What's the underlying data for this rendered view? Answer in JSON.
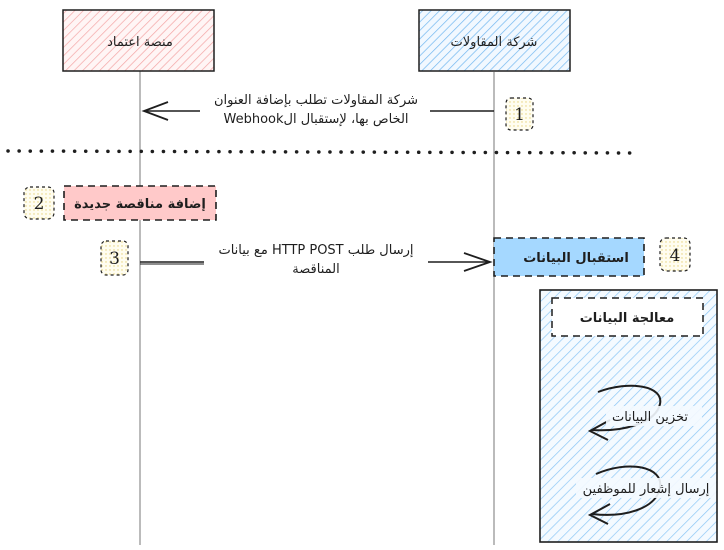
{
  "participants": {
    "left": "منصة اعتماد",
    "right": "شركة المقاولات"
  },
  "messages": {
    "m1": {
      "line1": "شركة المقاولات تطلب بإضافة العنوان",
      "line2": "الخاص بها، لإستقبال الWebhook"
    },
    "m3": {
      "line1": "إرسال طلب HTTP POST مع بيانات",
      "line2": "المناقصة"
    }
  },
  "notes": {
    "add_tender": "إضافة مناقصة جديدة",
    "receive_data": "استقبال البيانات",
    "process_data": "معالجة البيانات",
    "store_data": "تخزين البيانات",
    "notify_staff": "إرسال إشعار للموظفين"
  },
  "steps": [
    "1",
    "2",
    "3",
    "4"
  ],
  "colors": {
    "left_fill": "#ffc9c9",
    "left_hatch": "#f4a6a6",
    "right_fill": "#a5d8ff",
    "right_hatch": "#74b9f0",
    "badge_fill": "#fff9db",
    "stroke": "#1e1e1e"
  }
}
